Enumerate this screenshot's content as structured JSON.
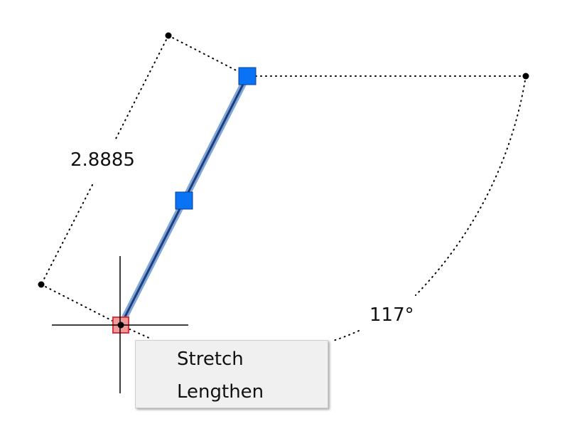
{
  "dimension": {
    "length_value": "2.8885",
    "angle_value": "117°"
  },
  "context_menu": {
    "items": [
      {
        "label": "Stretch"
      },
      {
        "label": "Lengthen"
      }
    ]
  },
  "colors": {
    "line": "#1f3d7a",
    "line_highlight": "#7fa6d9",
    "grip": "#0a72f5",
    "hot_grip": "#f29a9a",
    "hot_grip_border": "#d9363e"
  },
  "icons": {
    "crosshair": "crosshair-cursor-icon",
    "grip": "grip-square-icon"
  }
}
